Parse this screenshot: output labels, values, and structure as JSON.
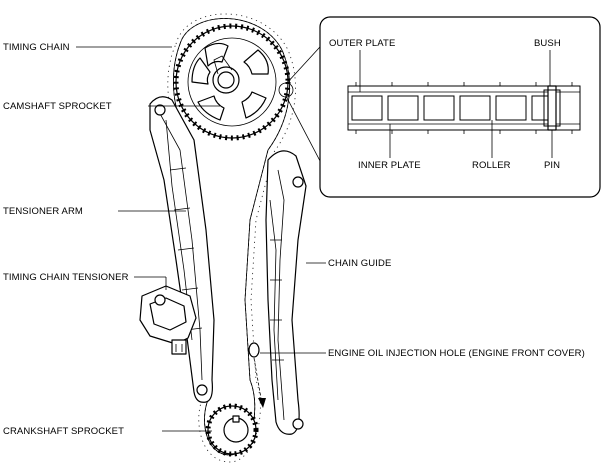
{
  "diagram": {
    "labels": {
      "timing_chain": "TIMING CHAIN",
      "camshaft_sprocket": "CAMSHAFT SPROCKET",
      "tensioner_arm": "TENSIONER ARM",
      "timing_chain_tensioner": "TIMING CHAIN TENSIONER",
      "crankshaft_sprocket": "CRANKSHAFT SPROCKET",
      "chain_guide": "CHAIN GUIDE",
      "engine_oil_injection_hole": "ENGINE OIL INJECTION HOLE (ENGINE FRONT COVER)",
      "outer_plate": "OUTER PLATE",
      "bush": "BUSH",
      "inner_plate": "INNER PLATE",
      "roller": "ROLLER",
      "pin": "PIN"
    }
  }
}
